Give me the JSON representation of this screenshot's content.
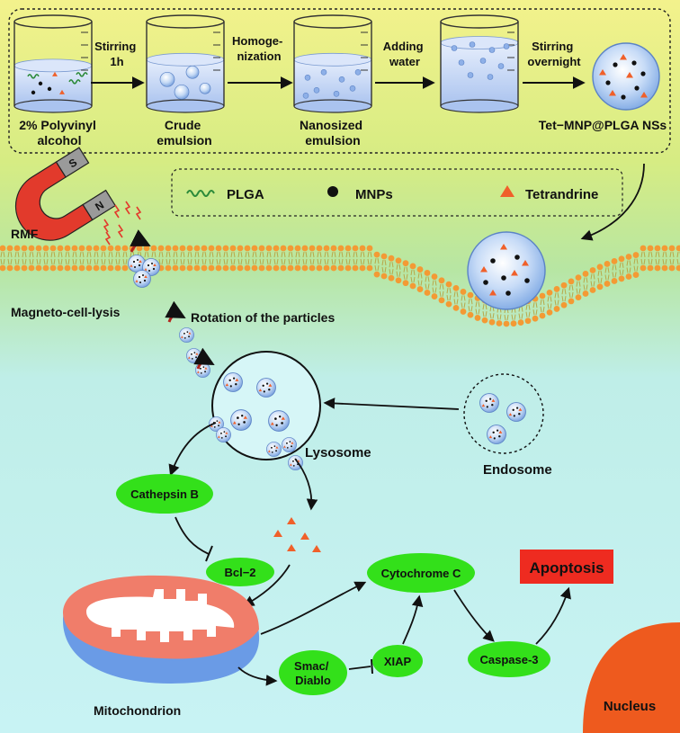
{
  "prep_steps": {
    "stirring_1h": [
      "Stirring",
      "1h"
    ],
    "homogenization": [
      "Homoge-",
      "nization"
    ],
    "adding_water": [
      "Adding",
      "water"
    ],
    "stirring_overnight": [
      "Stirring",
      "overnight"
    ]
  },
  "beakers": {
    "pva": [
      "2% Polyvinyl",
      "alcohol"
    ],
    "crude": [
      "Crude",
      "emulsion"
    ],
    "nanosized": [
      "Nanosized",
      "emulsion"
    ],
    "product": "Tet−MNP@PLGA NSs"
  },
  "legend": {
    "plga": "PLGA",
    "mnps": "MNPs",
    "tetrandrine": "Tetrandrine"
  },
  "magnet": {
    "label": "RMF",
    "pole_s": "S",
    "pole_n": "N"
  },
  "labels": {
    "magneto_cell_lysis": "Magneto-cell-lysis",
    "rotation": "Rotation of the particles",
    "lysosome": "Lysosome",
    "endosome": "Endosome",
    "mitochondrion": "Mitochondrion",
    "nucleus": "Nucleus"
  },
  "pathway": {
    "cathepsin_b": "Cathepsin B",
    "bcl2": "Bcl−2",
    "cytochrome_c": "Cytochrome C",
    "apoptosis": "Apoptosis",
    "smac_diablo": [
      "Smac/",
      "Diablo"
    ],
    "xiap": "XIAP",
    "caspase3": "Caspase-3"
  },
  "colors": {
    "node_green": "#33e01a",
    "apoptosis_red": "#ee2b20",
    "nucleus": "#ee5a1e",
    "membrane_head": "#f39a34",
    "tetrandrine": "#f0602a",
    "particle": "#a8c6ee",
    "magnet_red": "#e23a2c",
    "mitochondrion_outer": "#f07d6a",
    "mitochondrion_lower": "#6a9be6"
  },
  "icons": [
    "magnet-icon",
    "lightning-icon",
    "rotation-arrow-icon",
    "nanoparticle-icon",
    "beaker-icon",
    "plga-chain-icon",
    "mnp-dot-icon",
    "tetrandrine-triangle-icon"
  ]
}
